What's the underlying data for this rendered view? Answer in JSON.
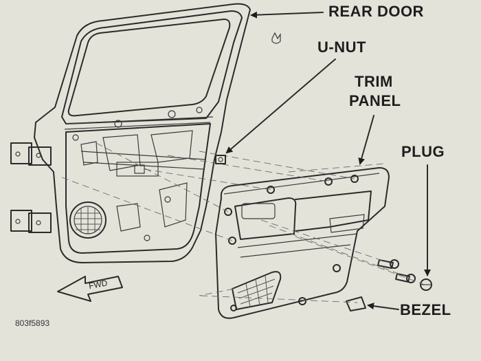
{
  "labels": {
    "rear_door": "REAR DOOR",
    "u_nut": "U-NUT",
    "trim_line1": "TRIM",
    "trim_line2": "PANEL",
    "plug": "PLUG",
    "bezel": "BEZEL",
    "fwd": "FWD",
    "figure_code": "803f5893"
  },
  "colors": {
    "background": "#e4e3da",
    "ink": "#2a2a2a"
  }
}
